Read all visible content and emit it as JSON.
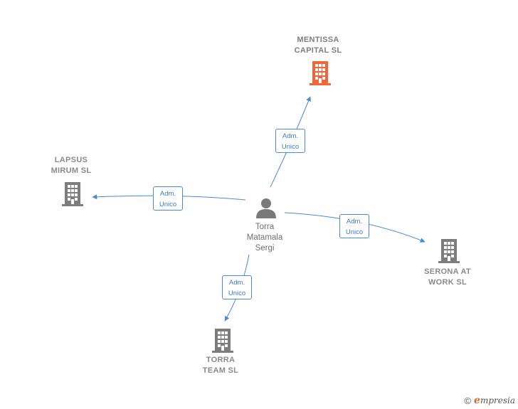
{
  "colors": {
    "edge": "#4a8ad6",
    "building_main": "#f0663a",
    "building": "#7d7d7d",
    "person": "#7a7a7a"
  },
  "center": {
    "name": "Torra\nMatamala\nSergi",
    "icon": "person-icon"
  },
  "companies": [
    {
      "id": "mentissa",
      "name": "MENTISSA\nCAPITAL  SL",
      "icon": "building-icon",
      "highlight": true
    },
    {
      "id": "lapsus",
      "name": "LAPSUS\nMIRUM  SL",
      "icon": "building-icon",
      "highlight": false
    },
    {
      "id": "serona",
      "name": "SERONA AT\nWORK  SL",
      "icon": "building-icon",
      "highlight": false
    },
    {
      "id": "torra",
      "name": "TORRA\nTEAM  SL",
      "icon": "building-icon",
      "highlight": false
    }
  ],
  "relations": [
    {
      "to": "mentissa",
      "line1": "Adm.",
      "line2": "Unico"
    },
    {
      "to": "lapsus",
      "line1": "Adm.",
      "line2": "Unico"
    },
    {
      "to": "serona",
      "line1": "Adm.",
      "line2": "Unico"
    },
    {
      "to": "torra",
      "line1": "Adm.",
      "line2": "Unico"
    }
  ],
  "brand": {
    "copyright": "©",
    "logo_initial": "e",
    "logo_rest": "mpresia"
  }
}
